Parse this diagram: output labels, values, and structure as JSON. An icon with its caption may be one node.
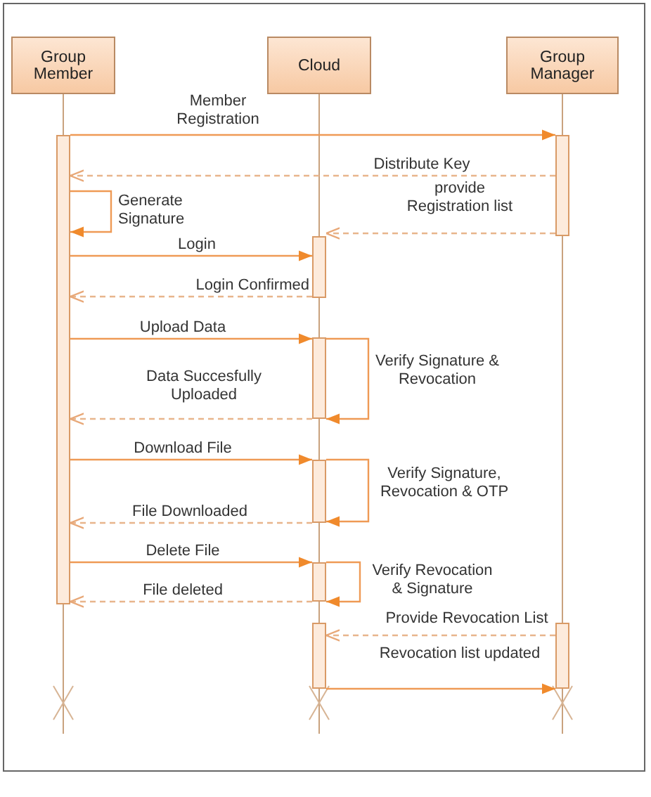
{
  "diagram": {
    "nodes": [
      {
        "text": [
          "Group Member"
        ]
      },
      {
        "text": [
          "Cloud"
        ]
      },
      {
        "text": [
          "Group Manager"
        ]
      },
      {
        "text": [],
        "shape": "bar"
      },
      {
        "text": [],
        "shape": "bar"
      },
      {
        "text": [],
        "shape": "bar"
      },
      {
        "text": [],
        "shape": "bar"
      },
      {
        "text": [],
        "shape": "bar"
      },
      {
        "text": [],
        "shape": "bar"
      },
      {
        "text": [],
        "shape": "bar"
      },
      {
        "text": [],
        "shape": "bar"
      }
    ],
    "edges": [
      {
        "from": 3,
        "to": 4,
        "arrow": "to",
        "label": "Member Registration"
      },
      {
        "from": 4,
        "to": 3,
        "arrow": "to",
        "label": "Distribute Key",
        "style": "dashed"
      },
      {
        "from": 3,
        "to": 3,
        "arrow": "to",
        "label": "Generate Signature"
      },
      {
        "from": 4,
        "to": 5,
        "arrow": "to",
        "label": "provide Registration list",
        "style": "dashed"
      },
      {
        "from": 3,
        "to": 5,
        "arrow": "to",
        "label": "Login"
      },
      {
        "from": 5,
        "to": 3,
        "arrow": "to",
        "label": "Login Confirmed",
        "style": "dashed"
      },
      {
        "from": 3,
        "to": 6,
        "arrow": "to",
        "label": "Upload Data"
      },
      {
        "from": 6,
        "to": 6,
        "arrow": "to",
        "label": "Verify Signature & Revocation"
      },
      {
        "from": 6,
        "to": 3,
        "arrow": "to",
        "label": "Data Succesfully Uploaded",
        "style": "dashed"
      },
      {
        "from": 3,
        "to": 7,
        "arrow": "to",
        "label": "Download File"
      },
      {
        "from": 7,
        "to": 7,
        "arrow": "to",
        "label": "Verify Signature, Revocation & OTP"
      },
      {
        "from": 7,
        "to": 3,
        "arrow": "to",
        "label": "File Downloaded",
        "style": "dashed"
      },
      {
        "from": 3,
        "to": 8,
        "arrow": "to",
        "label": "Delete File"
      },
      {
        "from": 8,
        "to": 8,
        "arrow": "to",
        "label": "Verify Revocation & Signature"
      },
      {
        "from": 8,
        "to": 3,
        "arrow": "to",
        "label": "File deleted",
        "style": "dashed"
      },
      {
        "from": 10,
        "to": 9,
        "arrow": "to",
        "label": "Provide Revocation List",
        "style": "dashed"
      },
      {
        "from": 9,
        "to": 10,
        "arrow": "to",
        "label": "Revocation list updated"
      }
    ]
  }
}
